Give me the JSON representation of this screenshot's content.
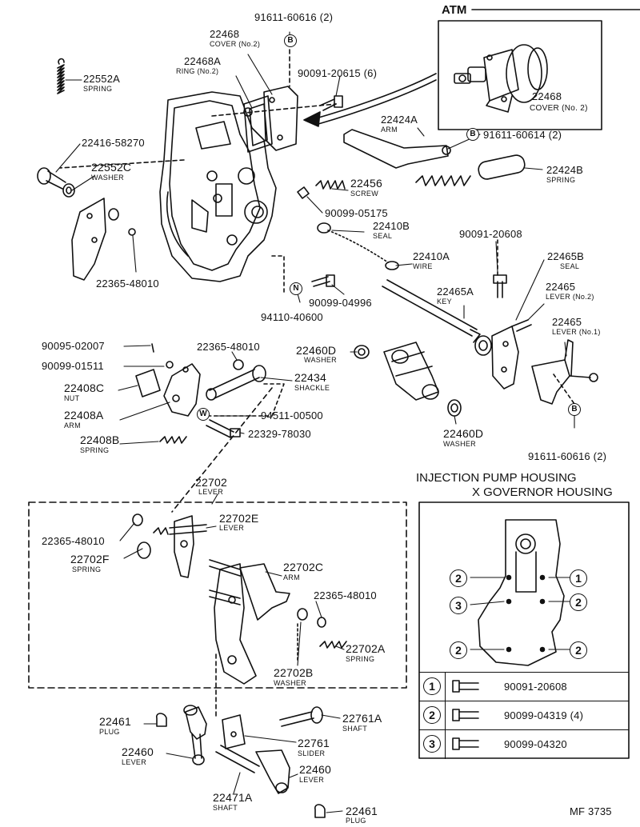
{
  "atm": {
    "title": "ATM",
    "part": "22468",
    "desc": "COVER (No. 2)"
  },
  "housing_title": {
    "line1": "INJECTION PUMP HOUSING",
    "line2": "X GOVERNOR HOUSING"
  },
  "legend": [
    {
      "key": "1",
      "part": "90091-20608"
    },
    {
      "key": "2",
      "part": "90099-04319 (4)"
    },
    {
      "key": "3",
      "part": "90099-04320"
    }
  ],
  "housing_markers": [
    "2",
    "1",
    "3",
    "2",
    "2",
    "2"
  ],
  "figure_code": "MF  3735",
  "callouts": {
    "c1": {
      "part": "91611-60616 (2)",
      "desc": ""
    },
    "c2": {
      "part": "22468",
      "desc": "COVER (No.2)"
    },
    "c3": {
      "part": "22468A",
      "desc": "RING (No.2)"
    },
    "c4": {
      "part": "90091-20615 (6)",
      "desc": ""
    },
    "c5": {
      "part": "22552A",
      "desc": "SPRING"
    },
    "c6": {
      "part": "22424A",
      "desc": "ARM"
    },
    "c7": {
      "part": "91611-60614 (2)",
      "desc": ""
    },
    "c8": {
      "part": "22416-58270",
      "desc": ""
    },
    "c9": {
      "part": "22552C",
      "desc": "WASHER"
    },
    "c10": {
      "part": "22424B",
      "desc": "SPRING"
    },
    "c11": {
      "part": "22456",
      "desc": "SCREW"
    },
    "c12": {
      "part": "90099-05175",
      "desc": ""
    },
    "c13": {
      "part": "22410B",
      "desc": "SEAL"
    },
    "c14": {
      "part": "90091-20608",
      "desc": ""
    },
    "c15": {
      "part": "22410A",
      "desc": "WIRE"
    },
    "c16": {
      "part": "22465B",
      "desc": "SEAL"
    },
    "c17": {
      "part": "22365-48010",
      "desc": ""
    },
    "c18": {
      "part": "22465A",
      "desc": "KEY"
    },
    "c19": {
      "part": "22465",
      "desc": "LEVER (No.2)"
    },
    "c20": {
      "part": "90099-04996",
      "desc": ""
    },
    "c21": {
      "part": "94110-40600",
      "desc": ""
    },
    "c22": {
      "part": "22465",
      "desc": "LEVER (No.1)"
    },
    "c23": {
      "part": "90095-02007",
      "desc": ""
    },
    "c24": {
      "part": "22365-48010",
      "desc": ""
    },
    "c25": {
      "part": "22460D",
      "desc": "WASHER"
    },
    "c26": {
      "part": "90099-01511",
      "desc": ""
    },
    "c27": {
      "part": "22434",
      "desc": "SHACKLE"
    },
    "c28": {
      "part": "22408C",
      "desc": "NUT"
    },
    "c29": {
      "part": "22408A",
      "desc": "ARM"
    },
    "c30": {
      "part": "94511-00500",
      "desc": ""
    },
    "c31": {
      "part": "22408B",
      "desc": "SPRING"
    },
    "c32": {
      "part": "22329-78030",
      "desc": ""
    },
    "c33": {
      "part": "22460D",
      "desc": "WASHER"
    },
    "c34": {
      "part": "91611-60616 (2)",
      "desc": ""
    },
    "c35": {
      "part": "22702",
      "desc": "LEVER"
    },
    "c36": {
      "part": "22702E",
      "desc": "LEVER"
    },
    "c37": {
      "part": "22365-48010",
      "desc": ""
    },
    "c38": {
      "part": "22702F",
      "desc": "SPRING"
    },
    "c39": {
      "part": "22702C",
      "desc": "ARM"
    },
    "c40": {
      "part": "22365-48010",
      "desc": ""
    },
    "c41": {
      "part": "22702A",
      "desc": "SPRING"
    },
    "c42": {
      "part": "22702B",
      "desc": "WASHER"
    },
    "c43": {
      "part": "22461",
      "desc": "PLUG"
    },
    "c44": {
      "part": "22761A",
      "desc": "SHAFT"
    },
    "c45": {
      "part": "22460",
      "desc": "LEVER"
    },
    "c46": {
      "part": "22761",
      "desc": "SLIDER"
    },
    "c47": {
      "part": "22460",
      "desc": "LEVER"
    },
    "c48": {
      "part": "22471A",
      "desc": "SHAFT"
    },
    "c49": {
      "part": "22461",
      "desc": "PLUG"
    }
  },
  "markers": {
    "b": "B",
    "n": "N",
    "w": "W"
  }
}
